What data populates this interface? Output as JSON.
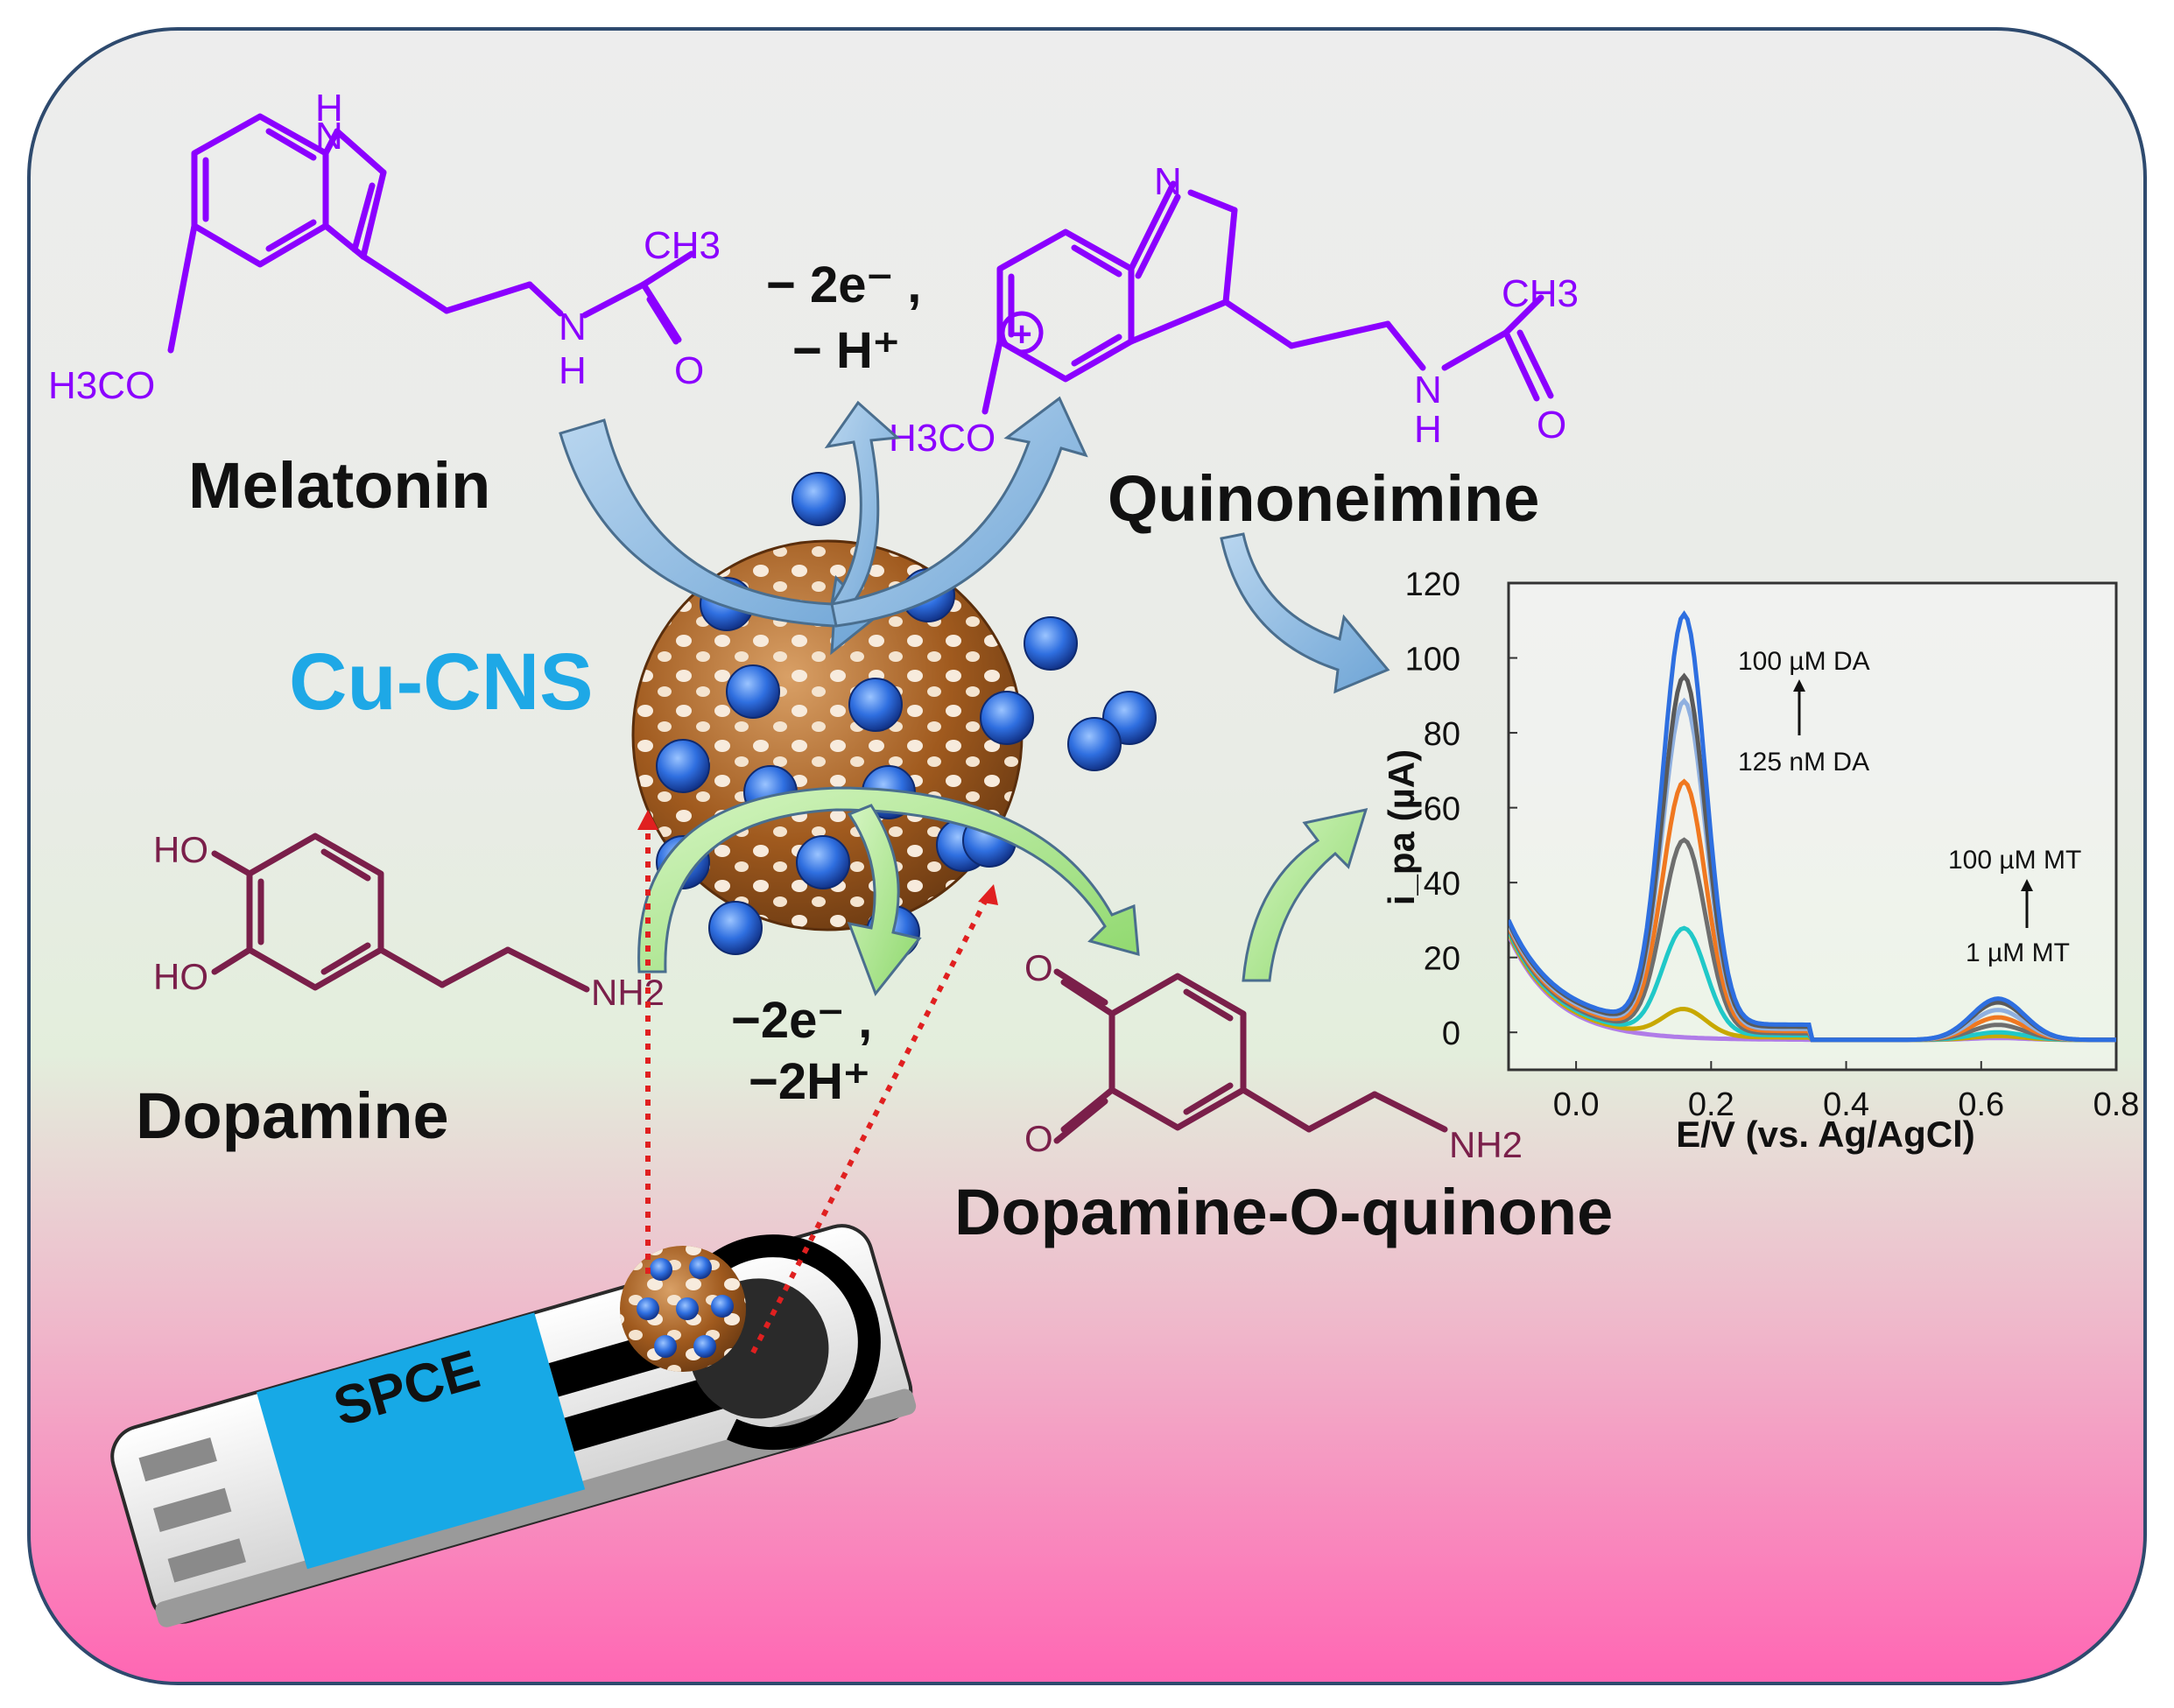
{
  "colors": {
    "melatonin": "#8B00FF",
    "dopamine": "#7A1F4A",
    "cucns_label": "#1EA8E6",
    "arrow_blue": "#8EC3EC",
    "arrow_green": "#A9E58E",
    "red_dots": "#E02020",
    "spce_blue": "#17A9E6",
    "bg_top": "#EDEDED",
    "bg_mid": "#E4EEDD",
    "bg_bottom": "#FF6FB8"
  },
  "labels": {
    "melatonin": "Melatonin",
    "quinoneimine": "Quinoneimine",
    "dopamine": "Dopamine",
    "dopamine_quinone": "Dopamine-O-quinone",
    "cucns": "Cu-CNS",
    "spce": "SPCE",
    "reaction_top_1": "− 2e⁻ ,",
    "reaction_top_2": "− H⁺",
    "reaction_bottom_1": "−2e⁻ ,",
    "reaction_bottom_2": "−2H⁺"
  },
  "chem": {
    "ch3": "CH3",
    "h3co": "H3CO",
    "n": "N",
    "h": "H",
    "o": "O",
    "ho": "HO",
    "nh2": "NH2",
    "plus": "+"
  },
  "chart_data": {
    "type": "line",
    "title": "",
    "xlabel": "E/V (vs. Ag/AgCl)",
    "ylabel": "i_pa (µA)",
    "xlim": [
      -0.1,
      0.8
    ],
    "ylim": [
      -10,
      120
    ],
    "xticks": [
      "0.0",
      "0.2",
      "0.4",
      "0.6",
      "0.8"
    ],
    "yticks": [
      "0",
      "20",
      "40",
      "60",
      "80",
      "100",
      "120"
    ],
    "annotations": {
      "da_top": "100 µM DA",
      "da_bottom": "125 nM DA",
      "mt_top": "100 µM MT",
      "mt_bottom": "1 µM MT"
    },
    "series_peaks": [
      {
        "color": "#B07CE8",
        "da_peak": -2,
        "mt_peak": 0.5
      },
      {
        "color": "#C8A800",
        "da_peak": 5,
        "mt_peak": 1
      },
      {
        "color": "#20C8C8",
        "da_peak": 26,
        "mt_peak": 2
      },
      {
        "color": "#6E6E6E",
        "da_peak": 49,
        "mt_peak": 4
      },
      {
        "color": "#F07820",
        "da_peak": 64,
        "mt_peak": 6
      },
      {
        "color": "#8FB0E0",
        "da_peak": 85,
        "mt_peak": 8
      },
      {
        "color": "#5A5A5A",
        "da_peak": 91,
        "mt_peak": 10
      },
      {
        "color": "#2E6FE0",
        "da_peak": 107,
        "mt_peak": 11
      }
    ]
  }
}
